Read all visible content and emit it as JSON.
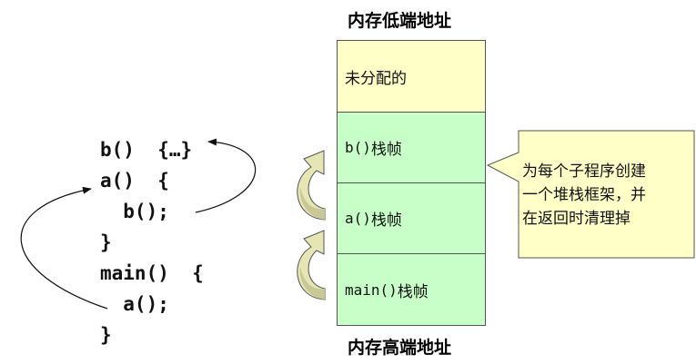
{
  "code": {
    "lines": [
      "b()  {…}",
      "a()  {",
      "  b();",
      "}",
      "main()  {",
      "  a();",
      "}"
    ]
  },
  "memory": {
    "top_label": "内存低端地址",
    "bottom_label": "内存高端地址",
    "cells": [
      {
        "text": "未分配的",
        "kind": "unallocated",
        "color": "#ffffc8"
      },
      {
        "prefix": "b()",
        "suffix": "栈帧",
        "kind": "frame",
        "color": "#c8ffc8"
      },
      {
        "prefix": "a()",
        "suffix": "栈帧",
        "kind": "frame",
        "color": "#c8ffc8"
      },
      {
        "prefix": "main()",
        "suffix": "栈帧",
        "kind": "frame",
        "color": "#c8ffc8"
      }
    ]
  },
  "callout": {
    "lines": [
      "为每个子程序创建",
      "一个堆栈框架，并",
      "在返回时清理掉"
    ],
    "fill": "#ffffc8"
  },
  "colors": {
    "curved_arrow_fill": "#e6e6b4",
    "curved_arrow_shade": "#c8c896",
    "outline": "#555555"
  }
}
